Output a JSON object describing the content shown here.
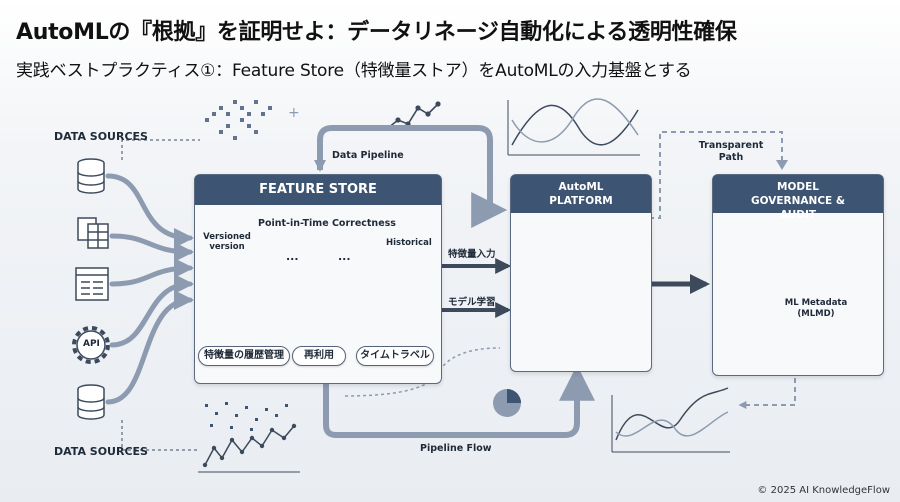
{
  "header": {
    "title": "AutoMLの『根拠』を証明せよ：データリネージ自動化による透明性確保",
    "subtitle": "実践ベストプラクティス①：Feature Store（特徴量ストア）をAutoMLの入力基盤とする"
  },
  "sources": {
    "top_label": "DATA SOURCES",
    "bottom_label": "DATA SOURCES",
    "api_label": "API"
  },
  "feature_store": {
    "title": "FEATURE STORE",
    "section": "Point-in-Time Correctness",
    "versioned": "Versioned version",
    "historical": "Historical",
    "ellipsis": "...",
    "pills": [
      "特徴量の履歴管理",
      "再利用",
      "タイムトラベル"
    ]
  },
  "flows": {
    "data_pipeline": "Data Pipeline",
    "pipeline_flow": "Pipeline Flow",
    "feature_input": "特徴量入力",
    "model_training": "モデル学習",
    "transparent_path": "Transparent Path"
  },
  "automl": {
    "title": "AutoML PLATFORM"
  },
  "governance": {
    "title": "MODEL GOVERNANCE & AUDIT",
    "metadata": "ML Metadata (MLMD)"
  },
  "footer": {
    "copyright": "© 2025 AI KnowledgeFlow"
  },
  "colors": {
    "header_fill": "#3e5473",
    "arrow": "#8d9bb0",
    "line_dark": "#3d4a5c"
  }
}
